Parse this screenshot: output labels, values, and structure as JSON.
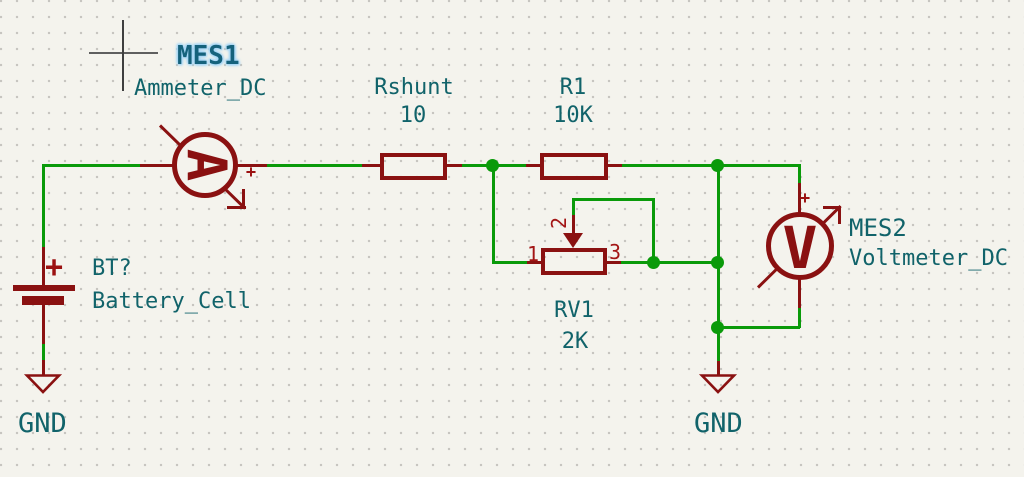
{
  "app": {
    "view": "schematic-canvas"
  },
  "colors": {
    "background": "#f4f3ed",
    "grid_dot": "#c5c3be",
    "wire_green": "#0a9a0a",
    "symbol_red": "#8a1111",
    "pin_number_red": "#a31515",
    "field_teal": "#11636a",
    "selected_text": "#15627c",
    "selection_halo": "#a5d6f6"
  },
  "components": {
    "battery": {
      "ref": "BT?",
      "value": "Battery_Cell",
      "plus": "+"
    },
    "ammeter": {
      "ref": "MES1",
      "value": "Ammeter_DC",
      "letter": "A",
      "plus": "+"
    },
    "rshunt": {
      "ref": "Rshunt",
      "value": "10"
    },
    "r1": {
      "ref": "R1",
      "value": "10K"
    },
    "rv1": {
      "ref": "RV1",
      "value": "2K",
      "pins": {
        "p1": "1",
        "p2": "2",
        "p3": "3"
      }
    },
    "voltmeter": {
      "ref": "MES2",
      "value": "Voltmeter_DC",
      "letter": "V",
      "plus": "+"
    },
    "gnd_left": {
      "label": "GND"
    },
    "gnd_right": {
      "label": "GND"
    }
  }
}
